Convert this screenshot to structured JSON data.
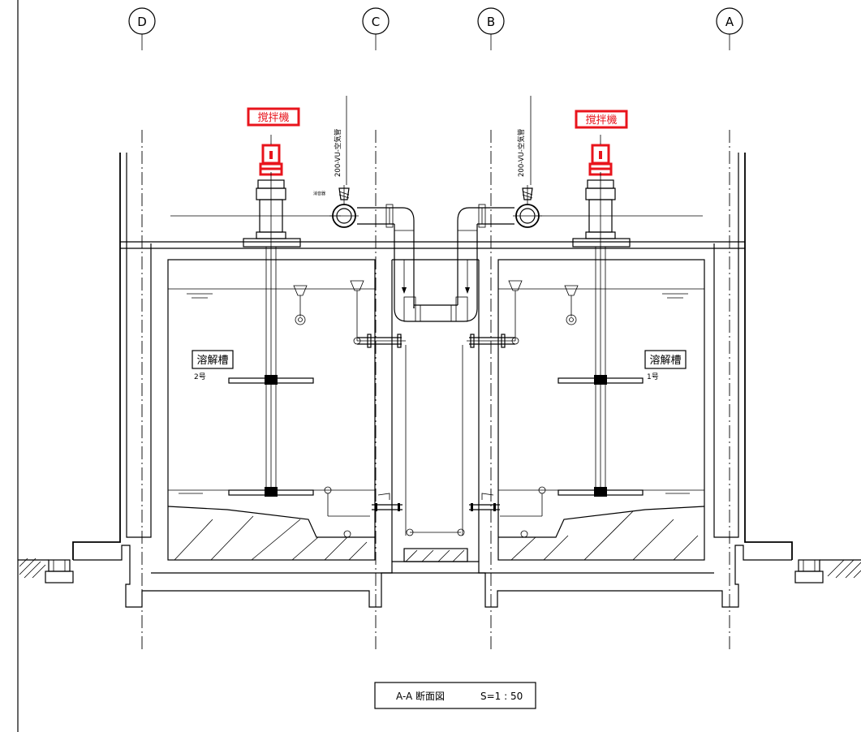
{
  "axes": [
    {
      "label": "D"
    },
    {
      "label": "C"
    },
    {
      "label": "B"
    },
    {
      "label": "A"
    }
  ],
  "labels": {
    "mixer_left": "撹拌機",
    "mixer_right": "撹拌機",
    "pipe_left": "200-VU-空気管",
    "pipe_right": "200-VU-空気管",
    "tank_left_name": "溶解槽",
    "tank_left_no": "2号",
    "tank_right_name": "溶解槽",
    "tank_right_no": "1号",
    "small_note": "消音器"
  },
  "title_block": {
    "title": "A-A 断面図",
    "scale": "S=1 : 50"
  },
  "colors": {
    "highlight": "#e8141c",
    "line": "#000000"
  }
}
